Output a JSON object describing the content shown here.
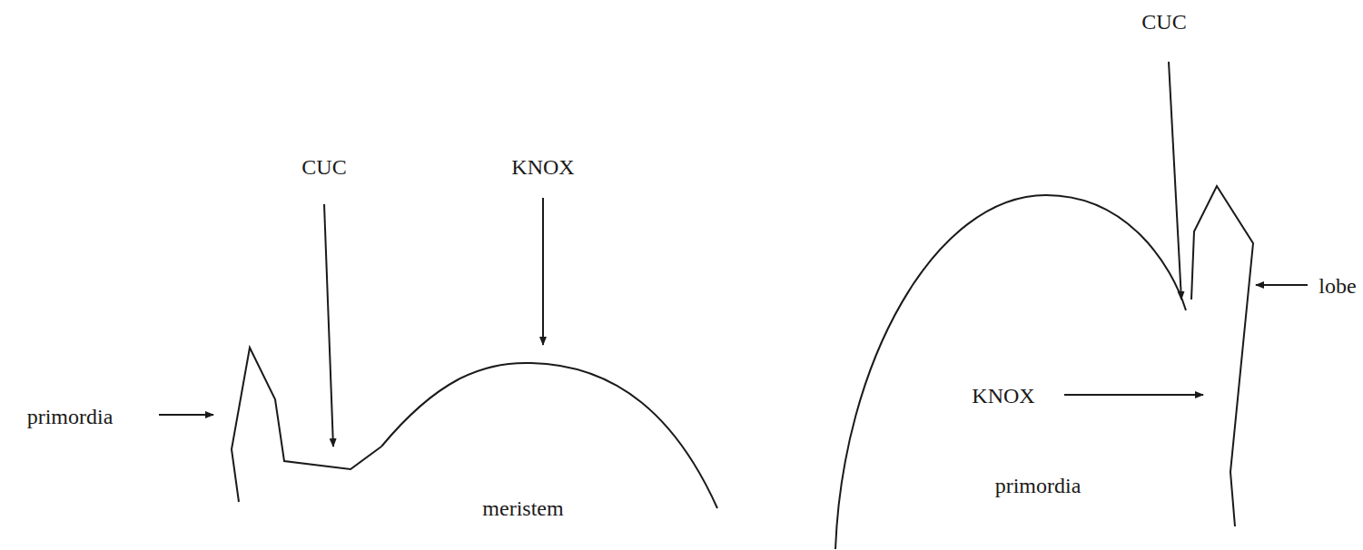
{
  "diagram": {
    "labels": [
      "CUC",
      "KNOX",
      "CUC",
      "primordia",
      "KNOX",
      "lobe",
      "meristem",
      "primordia"
    ]
  }
}
